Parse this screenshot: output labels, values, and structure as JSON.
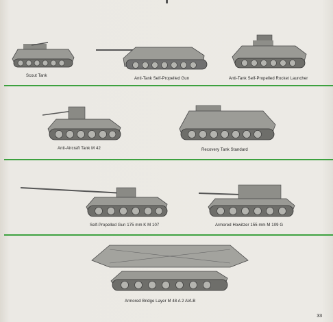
{
  "page_number": "33",
  "vehicles": [
    {
      "id": "scout-tank",
      "caption": "Scout Tank"
    },
    {
      "id": "anti-tank-spg",
      "caption": "Anti-Tank Self-Propelled Gun"
    },
    {
      "id": "anti-tank-rocket",
      "caption": "Anti-Tank Self-Propelled Rocket Launcher"
    },
    {
      "id": "aa-tank",
      "caption": "Anti-Aircraft  Tank  M  42"
    },
    {
      "id": "recovery-tank",
      "caption": "Recovery  Tank  Standard"
    },
    {
      "id": "spg-175",
      "caption": "Self-Propelled Gun  175  mm  K  M  107"
    },
    {
      "id": "howitzer-155",
      "caption": "Armored  Howitzer  155  mm  M  109  G"
    },
    {
      "id": "bridge-layer",
      "caption": "Armored Bridge Layer  M  48  A  2  AVLB"
    }
  ],
  "colors": {
    "rule": "#3da13f",
    "paper": "#eceae5",
    "ink": "#222222"
  }
}
